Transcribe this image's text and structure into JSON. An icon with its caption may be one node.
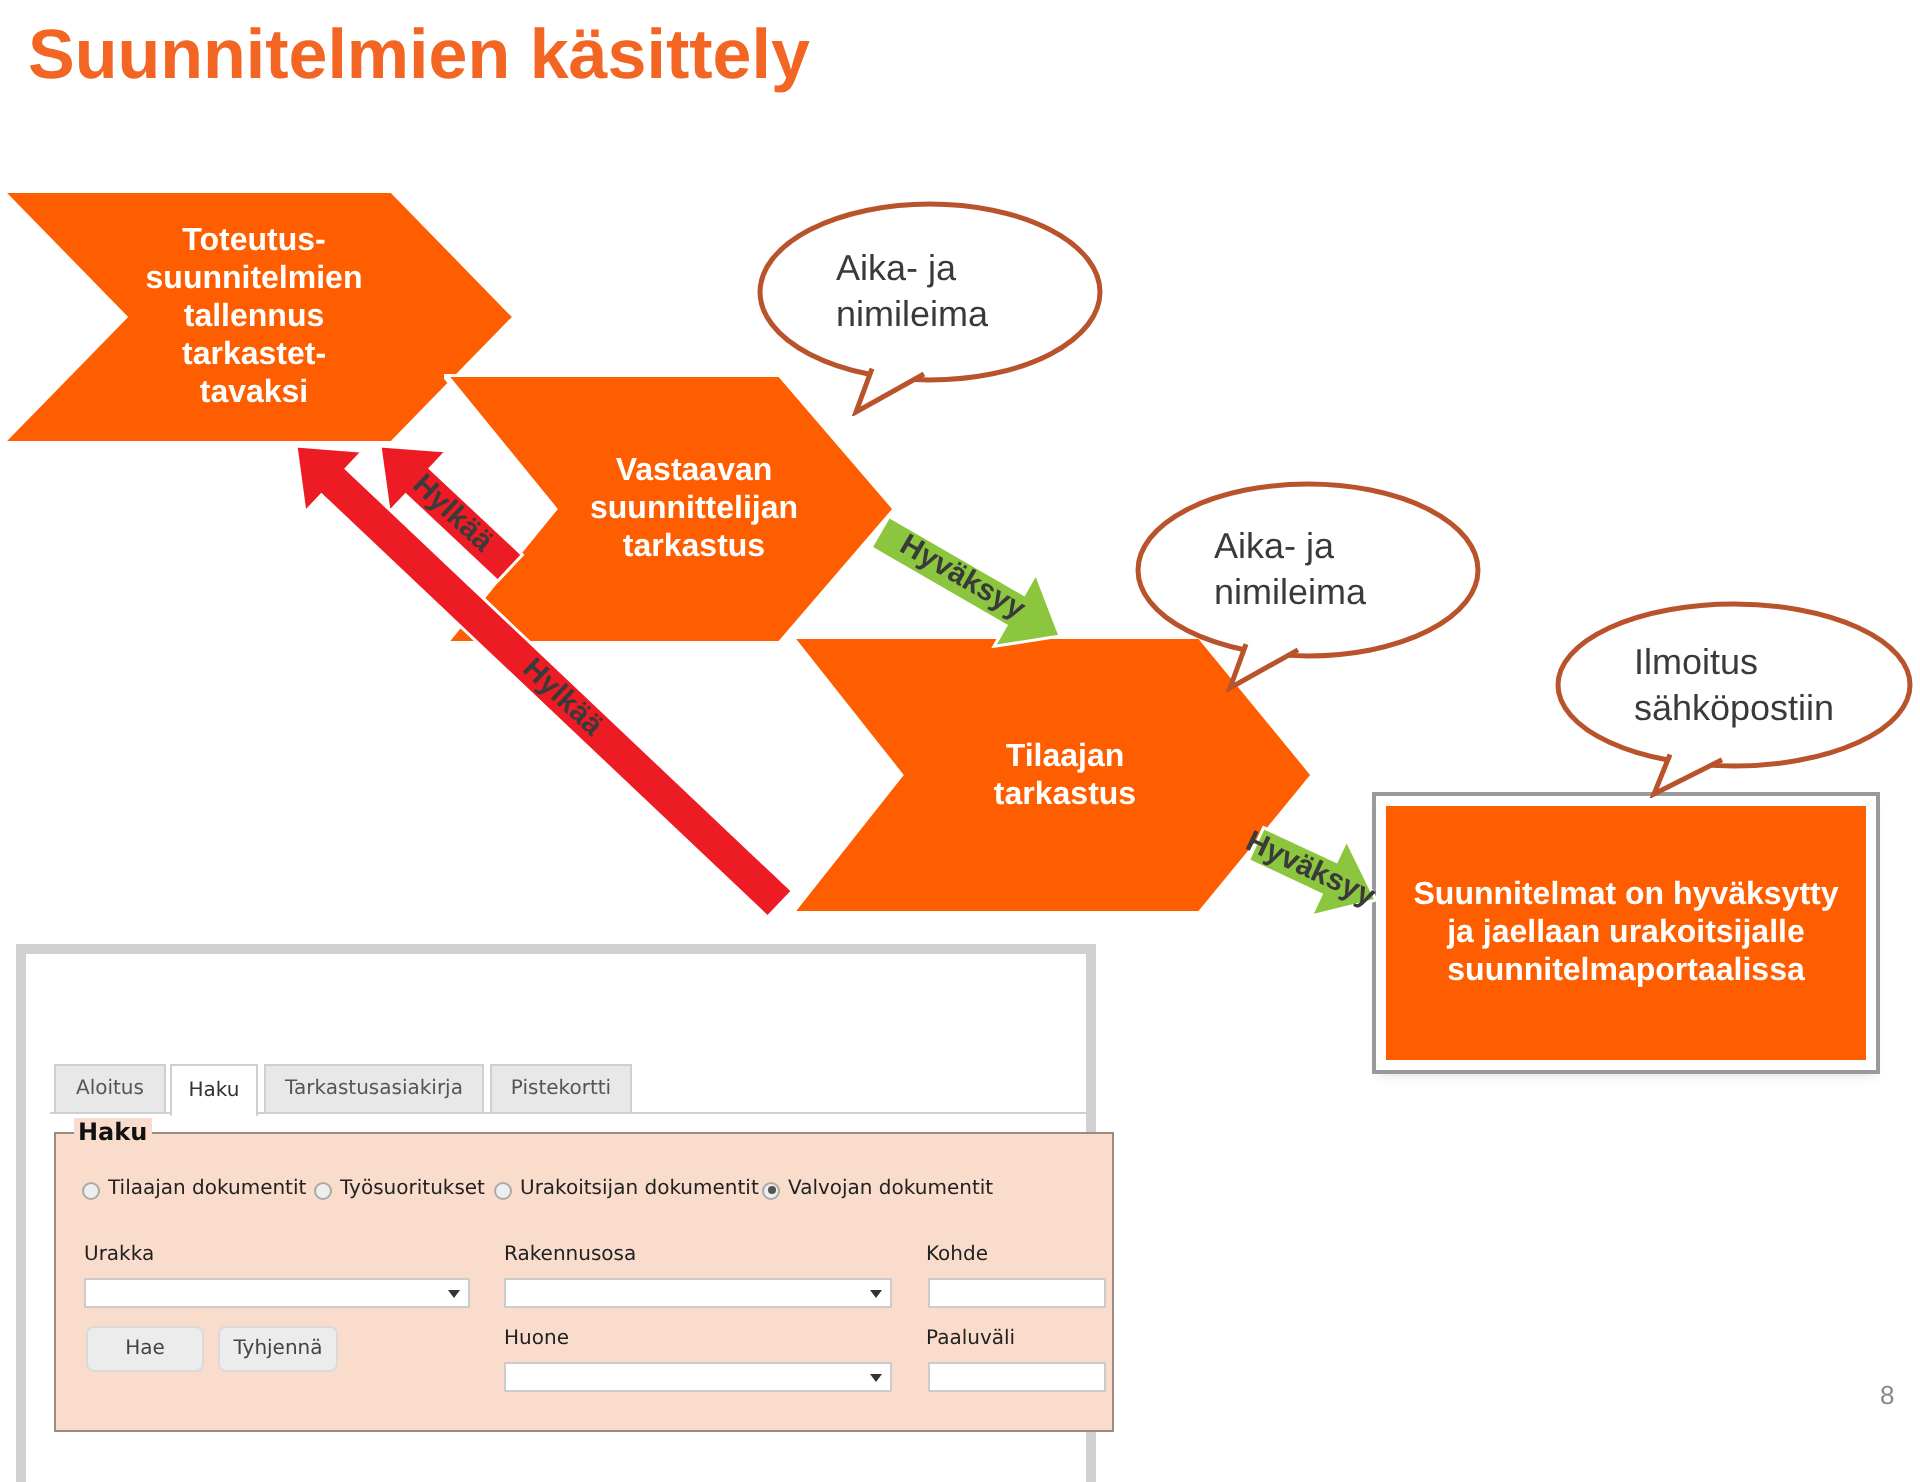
{
  "diagram": {
    "title": "Suunnitelmien käsittely",
    "nodes": [
      {
        "text": [
          "Toteutus-suunnitelmien tallennus tarkastet-tavaksi"
        ]
      },
      {
        "text": [
          "Vastaavan suunnittelijan tarkastus"
        ]
      },
      {
        "text": [
          "Tilaajan tarkastus"
        ]
      },
      {
        "text": [
          "Suunnitelmat on hyväksytty ja jaellaan urakoitsijalle suunnitelmaportaalissa"
        ]
      },
      {
        "text": [
          "Aika- ja nimileima"
        ]
      },
      {
        "text": [
          "Aika- ja nimileima"
        ]
      },
      {
        "text": [
          "Ilmoitus sähköpostiin"
        ]
      }
    ],
    "edges": [
      {
        "from": 1,
        "to": 0,
        "arrow": "to",
        "label": "Hylkää",
        "style": "thick",
        "color": "#ed1c24"
      },
      {
        "from": 2,
        "to": 0,
        "arrow": "to",
        "label": "Hylkää",
        "style": "thick",
        "color": "#ed1c24"
      },
      {
        "from": 1,
        "to": 2,
        "arrow": "to",
        "label": "Hyväksyy",
        "style": "thick",
        "color": "#8cc63f"
      },
      {
        "from": 2,
        "to": 3,
        "arrow": "to",
        "label": "Hyväksyy",
        "style": "thick",
        "color": "#8cc63f"
      }
    ],
    "labels": [
      "Aloitus",
      "Haku",
      "Tarkastusasiakirja",
      "Pistekortti",
      "Haku",
      "Tilaajan dokumentit",
      "Työsuoritukset",
      "Urakoitsijan dokumentit",
      "Valvojan dokumentit",
      "Urakka",
      "Rakennusosa",
      "Kohde",
      "Hae",
      "Tyhjennä",
      "Huone",
      "Paaluväli",
      "8"
    ]
  }
}
